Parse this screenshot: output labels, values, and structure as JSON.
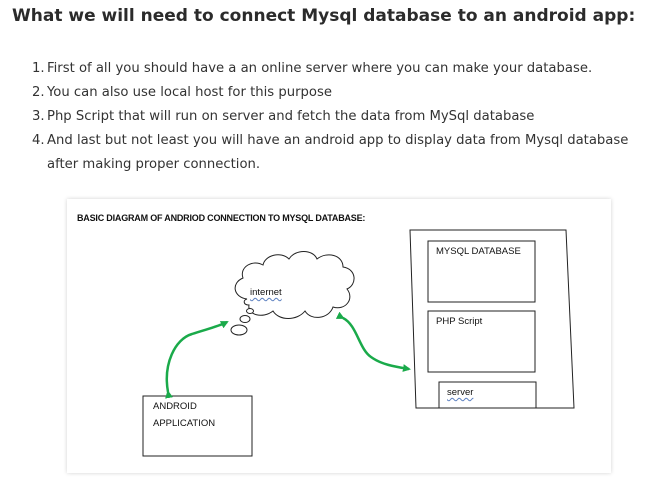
{
  "heading": "What we will need to connect Mysql database to an android app:",
  "steps": [
    {
      "num": "1.",
      "text": "First of all you should have a an online server where you can make your database."
    },
    {
      "num": "2.",
      "text": "You can also use local host for this purpose"
    },
    {
      "num": "3.",
      "text": "Php Script that will run on server and fetch the data from MySql database"
    },
    {
      "num": "4.",
      "text": "And last but not least you will have an android app to display data from Mysql database after making proper connection."
    }
  ],
  "diagram": {
    "title": "BASIC DIAGRAM OF ANDRIOD CONNECTION TO MYSQL DATABASE:",
    "cloud_label": "internet",
    "mysql_label": "MYSQL DATABASE",
    "php_label": "PHP Script",
    "server_label": "server",
    "android_label_line1": "ANDROID",
    "android_label_line2": "APPLICATION",
    "arrow_color": "#1aaa4a"
  }
}
